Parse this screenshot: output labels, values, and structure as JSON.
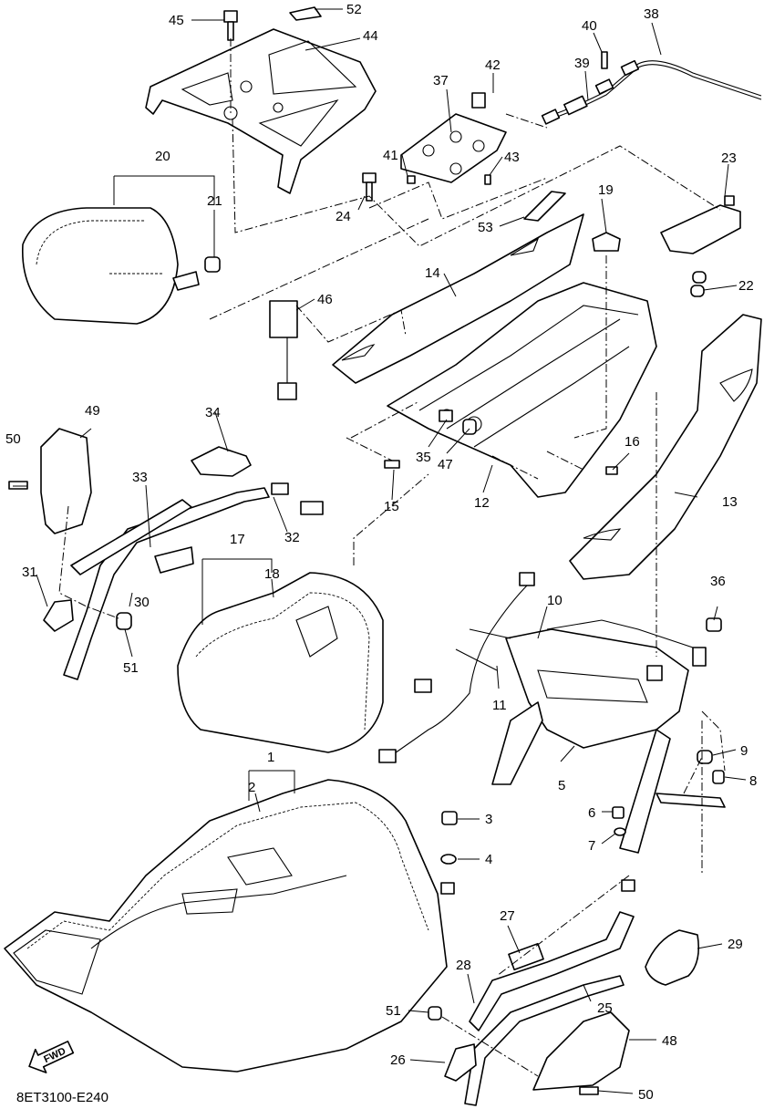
{
  "drawing_code": "8ET3100-E240",
  "fwd_label": "FWD",
  "callouts": {
    "c1": "1",
    "c2": "2",
    "c3": "3",
    "c4": "4",
    "c5": "5",
    "c6": "6",
    "c7": "7",
    "c8": "8",
    "c9": "9",
    "c10": "10",
    "c11": "11",
    "c12": "12",
    "c13": "13",
    "c14": "14",
    "c15": "15",
    "c16": "16",
    "c17": "17",
    "c18": "18",
    "c19": "19",
    "c20": "20",
    "c21": "21",
    "c22": "22",
    "c23": "23",
    "c24": "24",
    "c25": "25",
    "c26": "26",
    "c27": "27",
    "c28": "28",
    "c29": "29",
    "c30": "30",
    "c31": "31",
    "c32": "32",
    "c33": "33",
    "c34": "34",
    "c35": "35",
    "c36": "36",
    "c37": "37",
    "c38": "38",
    "c39": "39",
    "c40": "40",
    "c41": "41",
    "c42": "42",
    "c43": "43",
    "c44": "44",
    "c45": "45",
    "c46": "46",
    "c47": "47",
    "c48": "48",
    "c49": "49",
    "c50a": "50",
    "c50b": "50",
    "c51a": "51",
    "c51b": "51",
    "c52": "52",
    "c53": "53"
  }
}
